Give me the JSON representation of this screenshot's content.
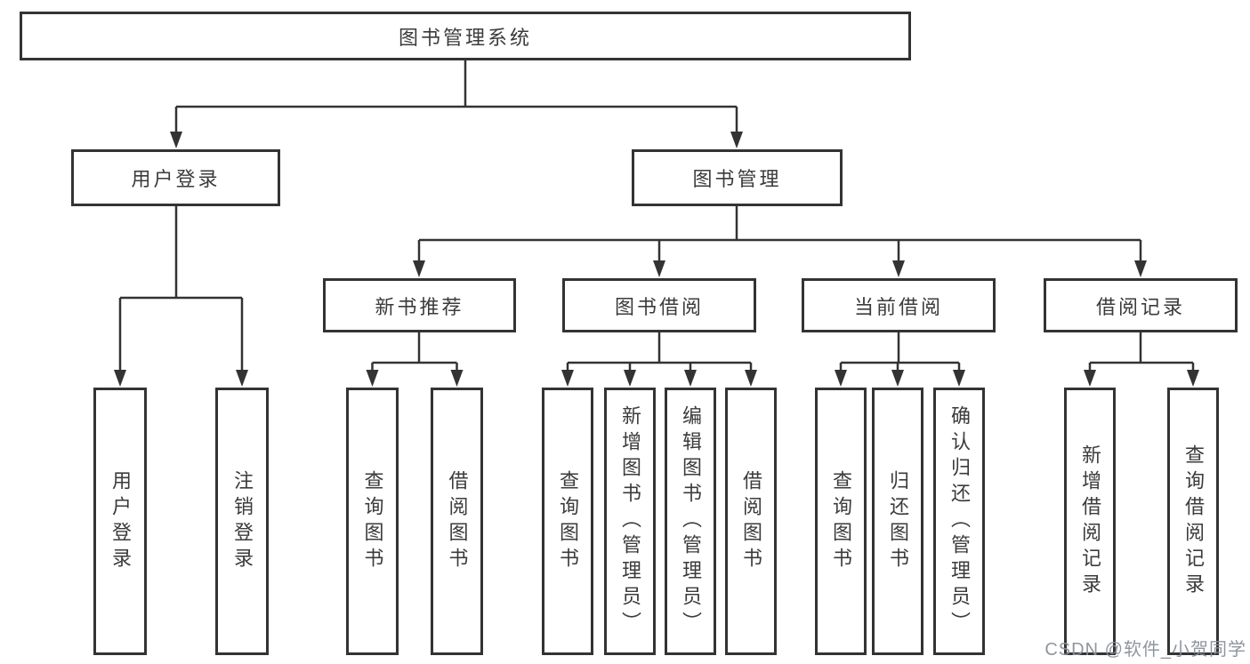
{
  "diagram": {
    "type": "hierarchy",
    "title": "图书管理系统"
  },
  "nodes": {
    "root": {
      "label": "图书管理系统"
    },
    "user_login": {
      "label": "用户登录"
    },
    "book_mgmt": {
      "label": "图书管理"
    },
    "new_book_rec": {
      "label": "新书推荐"
    },
    "book_borrow": {
      "label": "图书借阅"
    },
    "current_borrow": {
      "label": "当前借阅"
    },
    "borrow_records": {
      "label": "借阅记录"
    },
    "user_login_leaf": {
      "label": "用户登录"
    },
    "logout_leaf": {
      "label": "注销登录"
    },
    "rec_query_book": {
      "label": "查询图书"
    },
    "rec_borrow_book": {
      "label": "借阅图书"
    },
    "bb_query_book": {
      "label": "查询图书"
    },
    "bb_add_book": {
      "label": "新增图书（管理员）"
    },
    "bb_edit_book": {
      "label": "编辑图书（管理员）"
    },
    "bb_borrow_book": {
      "label": "借阅图书"
    },
    "cb_query_book": {
      "label": "查询图书"
    },
    "cb_return_book": {
      "label": "归还图书"
    },
    "cb_confirm_return": {
      "label": "确认归还（管理员）"
    },
    "br_add_record": {
      "label": "新增借阅记录"
    },
    "br_query_record": {
      "label": "查询借阅记录"
    }
  },
  "edges": [
    "图书管理系统→用户登录",
    "图书管理系统→图书管理",
    "用户登录→用户登录",
    "用户登录→注销登录",
    "图书管理→新书推荐",
    "图书管理→图书借阅",
    "图书管理→当前借阅",
    "图书管理→借阅记录",
    "新书推荐→查询图书",
    "新书推荐→借阅图书",
    "图书借阅→查询图书",
    "图书借阅→新增图书（管理员）",
    "图书借阅→编辑图书（管理员）",
    "图书借阅→借阅图书",
    "当前借阅→查询图书",
    "当前借阅→归还图书",
    "当前借阅→确认归还（管理员）",
    "借阅记录→新增借阅记录",
    "借阅记录→查询借阅记录"
  ],
  "colors": {
    "line": "#333333",
    "box_border": "#333333",
    "text": "#3b3b3b",
    "background": "#ffffff",
    "watermark": "#8a9099"
  },
  "watermark": {
    "text": "CSDN @软件_小贺同学"
  }
}
